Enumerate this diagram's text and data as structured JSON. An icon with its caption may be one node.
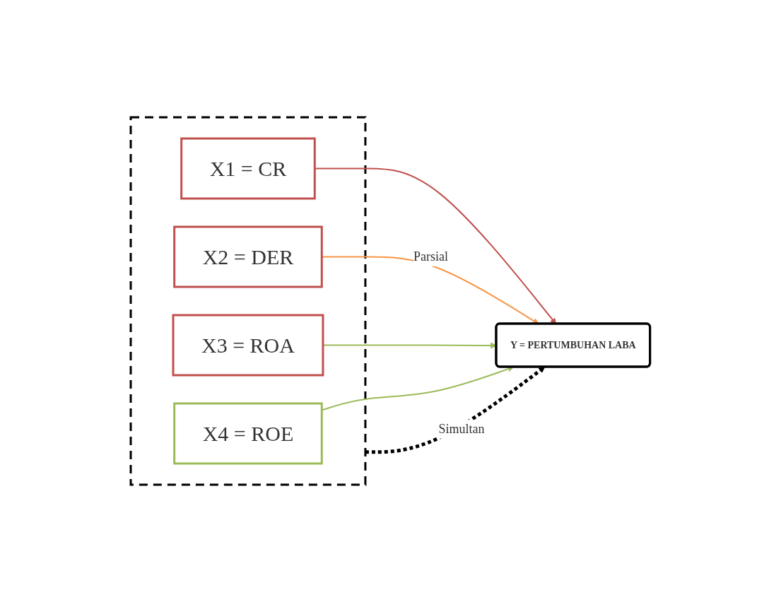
{
  "diagram": {
    "nodes": [
      {
        "text": [],
        "shape": "box"
      },
      {
        "text": [
          "X1 = CR"
        ],
        "in": 0
      },
      {
        "text": [
          "X2 = DER"
        ],
        "in": 0
      },
      {
        "text": [
          "X3 = ROA"
        ],
        "in": 0
      },
      {
        "text": [
          "X4 = ROE"
        ],
        "in": 0
      },
      {
        "text": [
          "Y = PERTUMBUHAN LABA"
        ]
      }
    ],
    "edges": [
      {
        "from": 1,
        "to": 5,
        "arrow": "to",
        "color": "#c0504d"
      },
      {
        "from": 2,
        "to": 5,
        "arrow": "to",
        "color": "#f79646",
        "label": "Parsial"
      },
      {
        "from": 3,
        "to": 5,
        "arrow": "to",
        "color": "#9bbb59"
      },
      {
        "from": 4,
        "to": 5,
        "arrow": "to",
        "color": "#9bbb59"
      },
      {
        "from": 0,
        "to": 5,
        "arrow": "to",
        "style": "dashed",
        "color": "#000000",
        "label": "Simultan"
      }
    ]
  }
}
